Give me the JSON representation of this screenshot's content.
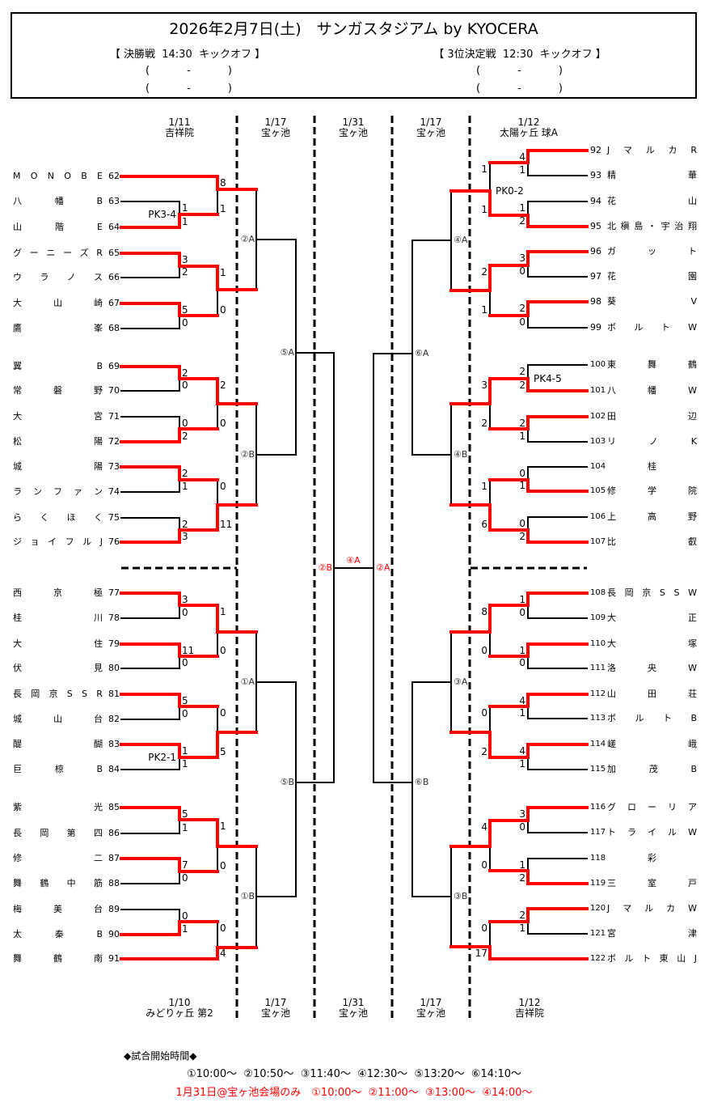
{
  "header": {
    "title": "2026年2月7日(土)　サンガスタジアム by KYOCERA",
    "final": {
      "label": "【 決勝戦  14:30  キックオフ 】",
      "score_rows": [
        [
          "(",
          "-",
          ")"
        ],
        [
          "(",
          "-",
          ")"
        ]
      ]
    },
    "third_place": {
      "label": "【 3位決定戦  12:30  キックオフ 】",
      "score_rows": [
        [
          "(",
          "-",
          ")"
        ],
        [
          "(",
          "-",
          ")"
        ]
      ]
    }
  },
  "columns_top": [
    {
      "date": "1/11",
      "venue": "吉祥院"
    },
    {
      "date": "1/17",
      "venue": "宝ヶ池"
    },
    {
      "date": "1/31",
      "venue": "宝ヶ池"
    },
    {
      "date": "1/17",
      "venue": "宝ヶ池"
    },
    {
      "date": "1/12",
      "venue": "太陽ヶ丘 球A"
    }
  ],
  "columns_bottom": [
    {
      "date": "1/10",
      "venue": "みどりヶ丘 第2"
    },
    {
      "date": "1/17",
      "venue": "宝ヶ池"
    },
    {
      "date": "1/31",
      "venue": "宝ヶ池"
    },
    {
      "date": "1/17",
      "venue": "宝ヶ池"
    },
    {
      "date": "1/12",
      "venue": "吉祥院"
    }
  ],
  "colors": {
    "winner_line": "#ff0000",
    "bracket_line": "#000000",
    "highlight_text": "#ff0000"
  },
  "bracket": {
    "left": {
      "teams": [
        {
          "no": "62",
          "name": "MONOBE"
        },
        {
          "no": "63",
          "name": "八幡B"
        },
        {
          "no": "64",
          "name": "山階E"
        },
        {
          "no": "65",
          "name": "グーニーズR"
        },
        {
          "no": "66",
          "name": "ウラノス"
        },
        {
          "no": "67",
          "name": "大山崎"
        },
        {
          "no": "68",
          "name": "鷹峯"
        },
        {
          "no": "69",
          "name": "翼B"
        },
        {
          "no": "70",
          "name": "常磐野"
        },
        {
          "no": "71",
          "name": "大宮"
        },
        {
          "no": "72",
          "name": "松陽"
        },
        {
          "no": "73",
          "name": "城陽"
        },
        {
          "no": "74",
          "name": "ランファン"
        },
        {
          "no": "75",
          "name": "らくほく"
        },
        {
          "no": "76",
          "name": "ジョイフルJ"
        },
        {
          "no": "77",
          "name": "西京極"
        },
        {
          "no": "78",
          "name": "桂川"
        },
        {
          "no": "79",
          "name": "大住"
        },
        {
          "no": "80",
          "name": "伏見"
        },
        {
          "no": "81",
          "name": "長岡京SSR"
        },
        {
          "no": "82",
          "name": "城山台"
        },
        {
          "no": "83",
          "name": "醍醐"
        },
        {
          "no": "84",
          "name": "巨椋B"
        },
        {
          "no": "85",
          "name": "紫光"
        },
        {
          "no": "86",
          "name": "長岡第四"
        },
        {
          "no": "87",
          "name": "修二"
        },
        {
          "no": "88",
          "name": "舞鶴中筋"
        },
        {
          "no": "89",
          "name": "梅美台"
        },
        {
          "no": "90",
          "name": "太秦B"
        },
        {
          "no": "91",
          "name": "舞鶴南"
        }
      ],
      "round1": [
        {
          "entrants": [
            "63",
            "64"
          ],
          "score": [
            "1",
            "1"
          ],
          "winner": "bottom",
          "pk": "PK3-4"
        },
        {
          "entrants": [
            "65",
            "66"
          ],
          "score": [
            "3",
            "2"
          ],
          "winner": "top"
        },
        {
          "entrants": [
            "67",
            "68"
          ],
          "score": [
            "5",
            "0"
          ],
          "winner": "top"
        },
        {
          "entrants": [
            "69",
            "70"
          ],
          "score": [
            "2",
            "0"
          ],
          "winner": "top"
        },
        {
          "entrants": [
            "71",
            "72"
          ],
          "score": [
            "0",
            "2"
          ],
          "winner": "bottom"
        },
        {
          "entrants": [
            "73",
            "74"
          ],
          "score": [
            "2",
            "1"
          ],
          "winner": "top"
        },
        {
          "entrants": [
            "75",
            "76"
          ],
          "score": [
            "2",
            "3"
          ],
          "winner": "bottom"
        },
        {
          "entrants": [
            "77",
            "78"
          ],
          "score": [
            "3",
            "0"
          ],
          "winner": "top"
        },
        {
          "entrants": [
            "79",
            "80"
          ],
          "score": [
            "11",
            "0"
          ],
          "winner": "top"
        },
        {
          "entrants": [
            "81",
            "82"
          ],
          "score": [
            "5",
            "0"
          ],
          "winner": "top"
        },
        {
          "entrants": [
            "83",
            "84"
          ],
          "score": [
            "1",
            "1"
          ],
          "winner": "top",
          "pk": "PK2-1"
        },
        {
          "entrants": [
            "85",
            "86"
          ],
          "score": [
            "5",
            "1"
          ],
          "winner": "top"
        },
        {
          "entrants": [
            "87",
            "88"
          ],
          "score": [
            "7",
            "0"
          ],
          "winner": "top"
        },
        {
          "entrants": [
            "89",
            "90"
          ],
          "score": [
            "0",
            "1"
          ],
          "winner": "bottom"
        }
      ],
      "round2": [
        {
          "entrants": [
            "62",
            "R1-0"
          ],
          "score": [
            "8",
            "1"
          ],
          "winner": "top"
        },
        {
          "entrants": [
            "R1-1",
            "R1-2"
          ],
          "score": [
            "1",
            "0"
          ],
          "winner": "top"
        },
        {
          "entrants": [
            "R1-3",
            "R1-4"
          ],
          "score": [
            "2",
            "0"
          ],
          "winner": "top"
        },
        {
          "entrants": [
            "R1-5",
            "R1-6"
          ],
          "score": [
            "0",
            "11"
          ],
          "winner": "bottom"
        },
        {
          "entrants": [
            "R1-7",
            "R1-8"
          ],
          "score": [
            "1",
            "0"
          ],
          "winner": "top"
        },
        {
          "entrants": [
            "R1-9",
            "R1-10"
          ],
          "score": [
            "0",
            "5"
          ],
          "winner": "bottom"
        },
        {
          "entrants": [
            "R1-11",
            "R1-12"
          ],
          "score": [
            "1",
            "0"
          ],
          "winner": "top"
        },
        {
          "entrants": [
            "R1-13",
            "91"
          ],
          "score": [
            "0",
            "4"
          ],
          "winner": "bottom"
        }
      ],
      "round3": [
        {
          "entrants": [
            "R2-0",
            "R2-1"
          ],
          "label": "②A"
        },
        {
          "entrants": [
            "R2-2",
            "R2-3"
          ],
          "label": "②B"
        },
        {
          "entrants": [
            "R2-4",
            "R2-5"
          ],
          "label": "①A"
        },
        {
          "entrants": [
            "R2-6",
            "R2-7"
          ],
          "label": "①B"
        }
      ],
      "round4": [
        {
          "entrants": [
            "R3-0",
            "R3-1"
          ],
          "label": "⑤A"
        },
        {
          "entrants": [
            "R3-2",
            "R3-3"
          ],
          "label": "⑤B"
        }
      ],
      "round5": [
        {
          "entrants": [
            "R4-0",
            "R4-1"
          ],
          "label": "②B",
          "highlight": true
        }
      ]
    },
    "right": {
      "teams": [
        {
          "no": "92",
          "name": "JマルカR"
        },
        {
          "no": "93",
          "name": "精華"
        },
        {
          "no": "94",
          "name": "花山"
        },
        {
          "no": "95",
          "name": "北槇島・宇治翔"
        },
        {
          "no": "96",
          "name": "ガット"
        },
        {
          "no": "97",
          "name": "花園"
        },
        {
          "no": "98",
          "name": "葵V"
        },
        {
          "no": "99",
          "name": "ボルトW"
        },
        {
          "no": "100",
          "name": "東舞鶴"
        },
        {
          "no": "101",
          "name": "八幡W"
        },
        {
          "no": "102",
          "name": "田辺"
        },
        {
          "no": "103",
          "name": "リノK"
        },
        {
          "no": "104",
          "name": "桂"
        },
        {
          "no": "105",
          "name": "修学院"
        },
        {
          "no": "106",
          "name": "上高野"
        },
        {
          "no": "107",
          "name": "比叡"
        },
        {
          "no": "108",
          "name": "長岡京SSW"
        },
        {
          "no": "109",
          "name": "大正"
        },
        {
          "no": "110",
          "name": "大塚"
        },
        {
          "no": "111",
          "name": "洛央W"
        },
        {
          "no": "112",
          "name": "山田荘"
        },
        {
          "no": "113",
          "name": "ボルトB"
        },
        {
          "no": "114",
          "name": "嵯峨"
        },
        {
          "no": "115",
          "name": "加茂B"
        },
        {
          "no": "116",
          "name": "グローリア"
        },
        {
          "no": "117",
          "name": "トライルW"
        },
        {
          "no": "118",
          "name": "彩"
        },
        {
          "no": "119",
          "name": "三室戸"
        },
        {
          "no": "120",
          "name": "JマルカW"
        },
        {
          "no": "121",
          "name": "宮津"
        },
        {
          "no": "122",
          "name": "ボルト東山J"
        }
      ],
      "round1": [
        {
          "entrants": [
            "92",
            "93"
          ],
          "score": [
            "4",
            "1"
          ],
          "winner": "top"
        },
        {
          "entrants": [
            "94",
            "95"
          ],
          "score": [
            "1",
            "2"
          ],
          "winner": "bottom"
        },
        {
          "entrants": [
            "96",
            "97"
          ],
          "score": [
            "3",
            "0"
          ],
          "winner": "top"
        },
        {
          "entrants": [
            "98",
            "99"
          ],
          "score": [
            "2",
            "0"
          ],
          "winner": "top"
        },
        {
          "entrants": [
            "100",
            "101"
          ],
          "score": [
            "2",
            "2"
          ],
          "winner": "bottom",
          "pk": "PK4-5"
        },
        {
          "entrants": [
            "102",
            "103"
          ],
          "score": [
            "2",
            "1"
          ],
          "winner": "top"
        },
        {
          "entrants": [
            "104",
            "105"
          ],
          "score": [
            "0",
            "1"
          ],
          "winner": "bottom"
        },
        {
          "entrants": [
            "106",
            "107"
          ],
          "score": [
            "0",
            "2"
          ],
          "winner": "bottom"
        },
        {
          "entrants": [
            "108",
            "109"
          ],
          "score": [
            "1",
            "0"
          ],
          "winner": "top"
        },
        {
          "entrants": [
            "110",
            "111"
          ],
          "score": [
            "1",
            "0"
          ],
          "winner": "top"
        },
        {
          "entrants": [
            "112",
            "113"
          ],
          "score": [
            "4",
            "1"
          ],
          "winner": "top"
        },
        {
          "entrants": [
            "114",
            "115"
          ],
          "score": [
            "4",
            "1"
          ],
          "winner": "top"
        },
        {
          "entrants": [
            "116",
            "117"
          ],
          "score": [
            "3",
            "0"
          ],
          "winner": "top"
        },
        {
          "entrants": [
            "118",
            "119"
          ],
          "score": [
            "1",
            "2"
          ],
          "winner": "bottom"
        },
        {
          "entrants": [
            "120",
            "121"
          ],
          "score": [
            "2",
            "1"
          ],
          "winner": "top"
        }
      ],
      "round2": [
        {
          "entrants": [
            "R1-0",
            "R1-1"
          ],
          "score": [
            "1",
            "1"
          ],
          "winner": "bottom",
          "pk": "PK0-2"
        },
        {
          "entrants": [
            "R1-2",
            "R1-3"
          ],
          "score": [
            "2",
            "1"
          ],
          "winner": "top"
        },
        {
          "entrants": [
            "R1-4",
            "R1-5"
          ],
          "score": [
            "3",
            "2"
          ],
          "winner": "top"
        },
        {
          "entrants": [
            "R1-6",
            "R1-7"
          ],
          "score": [
            "1",
            "6"
          ],
          "winner": "bottom"
        },
        {
          "entrants": [
            "R1-8",
            "R1-9"
          ],
          "score": [
            "8",
            "0"
          ],
          "winner": "top"
        },
        {
          "entrants": [
            "R1-10",
            "R1-11"
          ],
          "score": [
            "0",
            "2"
          ],
          "winner": "bottom"
        },
        {
          "entrants": [
            "R1-12",
            "R1-13"
          ],
          "score": [
            "4",
            "0"
          ],
          "winner": "top"
        },
        {
          "entrants": [
            "R1-14",
            "122"
          ],
          "score": [
            "0",
            "17"
          ],
          "winner": "bottom"
        }
      ],
      "round3": [
        {
          "entrants": [
            "R2-0",
            "R2-1"
          ],
          "label": "④A"
        },
        {
          "entrants": [
            "R2-2",
            "R2-3"
          ],
          "label": "④B"
        },
        {
          "entrants": [
            "R2-4",
            "R2-5"
          ],
          "label": "③A"
        },
        {
          "entrants": [
            "R2-6",
            "R2-7"
          ],
          "label": "③B"
        }
      ],
      "round4": [
        {
          "entrants": [
            "R3-0",
            "R3-1"
          ],
          "label": "⑥A"
        },
        {
          "entrants": [
            "R3-2",
            "R3-3"
          ],
          "label": "⑥B"
        }
      ],
      "round5": [
        {
          "entrants": [
            "R4-0",
            "R4-1"
          ],
          "label": "②A",
          "highlight": true
        }
      ]
    },
    "final": {
      "label": "④A",
      "highlight": true
    }
  },
  "schedule": {
    "title": "◆試合開始時間◆",
    "times": "①10:00～  ②10:50～  ③11:40～  ④12:30～  ⑤13:20～  ⑥14:10～",
    "note": "1月31日@宝ヶ池会場のみ　①10:00～  ②11:00～  ③13:00～  ④14:00～"
  }
}
